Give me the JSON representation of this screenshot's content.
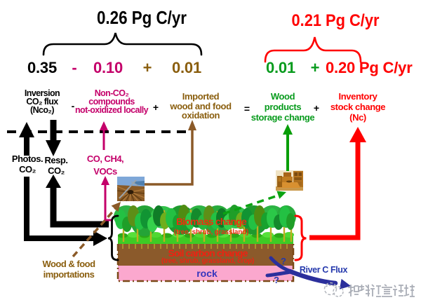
{
  "totals": {
    "left": "0.26 Pg C/yr",
    "right": "0.21 Pg C/yr"
  },
  "equation": {
    "inversion_value": "0.35",
    "minus": "-",
    "non_co2_value": "0.10",
    "plus1": "+",
    "imported_value": "0.01",
    "wood_products_value": "0.01",
    "plus2": "+",
    "inventory_value": "0.20 Pg C/yr"
  },
  "terms": {
    "inversion": {
      "l1": "Inversion",
      "l2": "CO₂ flux",
      "l3": "(Nco₂)"
    },
    "op_minus": "-",
    "non_co2": {
      "l1": "Non-CO₂",
      "l2": "compounds",
      "l3": "not-oxidized locally"
    },
    "op_plus1": "+",
    "imported": {
      "l1": "Imported",
      "l2": "wood and food",
      "l3": "oxidation"
    },
    "op_equals": "=",
    "wood_products": {
      "l1": "Wood",
      "l2": "products",
      "l3": "storage change"
    },
    "op_plus2": "+",
    "inventory": {
      "l1": "Inventory",
      "l2": "stock change",
      "l3": "(Nc)"
    }
  },
  "fluxes": {
    "photosynthesis": {
      "l1": "Photos.",
      "l2": "CO₂"
    },
    "respiration": {
      "l1": "Resp.",
      "l2": "CO₂"
    },
    "non_co2_gases": {
      "l1": "CO, CH4,",
      "l2": "VOCs"
    },
    "wood_food_import": {
      "l1": "Wood & food",
      "l2": "importations"
    }
  },
  "land": {
    "biomass": {
      "title": "Biomass change",
      "subtitle": "(tree, shrub, grassland)"
    },
    "soil": {
      "title": "Soil carbon change",
      "subtitle": "(tree, shrub, grassland, crop)"
    },
    "rock_label": "rock",
    "river_label": "River C Flux",
    "question_upper": "?",
    "question_lower": "?"
  },
  "images": {
    "log_pile": "log-pile-photo",
    "furniture": "wood-furniture-photo",
    "globe": "globe-icon"
  },
  "watermark": {
    "text": "格致论道讲坛"
  },
  "colors": {
    "black": "#000000",
    "red": "#ff0000",
    "magenta": "#c4006a",
    "olive_text": "#8a5e0e",
    "brown_line": "#8b5a28",
    "green": "#089b1d",
    "blue": "#2438ac",
    "rock_text_blue": "#3535bd",
    "soil_brown": "#8b5a2b",
    "rock_pink": "#fba8ce",
    "grass_green": "#3ecb25",
    "watermark_grey": "#a9adb6"
  }
}
